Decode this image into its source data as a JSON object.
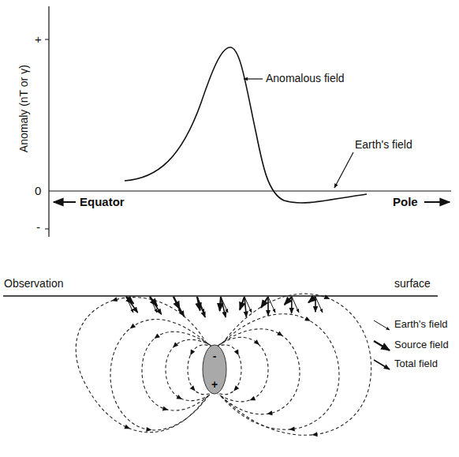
{
  "diagram": {
    "nodes": [
      {
        "text": [
          "-",
          "+"
        ]
      }
    ],
    "labels": [
      "Anomaly (nT or γ)",
      "+",
      "0",
      "-",
      "Equator",
      "Pole",
      "Anomalous field",
      "Earth's field",
      "Observation",
      "surface"
    ],
    "legend": [
      {
        "text": "Earth's field"
      },
      {
        "text": "Source field"
      },
      {
        "text": "Total field"
      }
    ]
  }
}
